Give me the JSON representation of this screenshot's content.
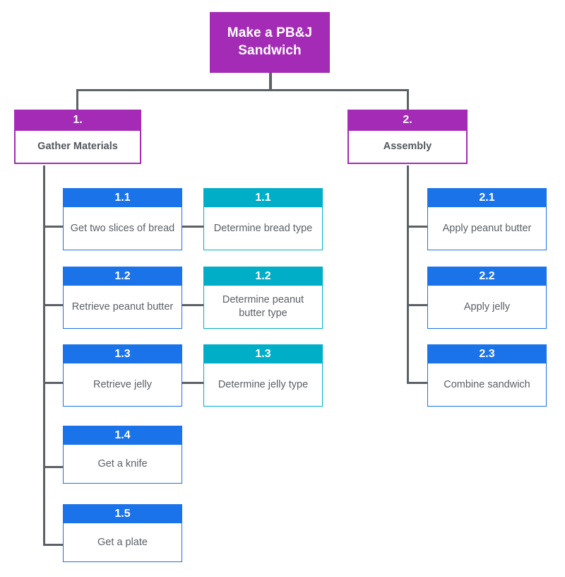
{
  "diagram": {
    "title": "Make a PB&J Sandwich",
    "type": "work-breakdown-structure",
    "colors": {
      "level0": "#a32bb5",
      "level1": "#a32bb5",
      "level2": "#1a73e8",
      "level3": "#00aec7",
      "connector": "#5c6166",
      "body_text": "#5b6066",
      "background": "#ffffff"
    }
  },
  "root": {
    "label": "Make a PB&J Sandwich"
  },
  "branches": [
    {
      "number": "1.",
      "label": "Gather Materials",
      "tasks": [
        {
          "number": "1.1",
          "label": "Get two slices of bread",
          "sub": {
            "number": "1.1",
            "label": "Determine bread type"
          }
        },
        {
          "number": "1.2",
          "label": "Retrieve peanut butter",
          "sub": {
            "number": "1.2",
            "label": "Determine peanut butter type"
          }
        },
        {
          "number": "1.3",
          "label": "Retrieve jelly",
          "sub": {
            "number": "1.3",
            "label": "Determine jelly type"
          }
        },
        {
          "number": "1.4",
          "label": "Get a knife",
          "sub": null
        },
        {
          "number": "1.5",
          "label": "Get a plate",
          "sub": null
        }
      ]
    },
    {
      "number": "2.",
      "label": "Assembly",
      "tasks": [
        {
          "number": "2.1",
          "label": "Apply peanut butter",
          "sub": null
        },
        {
          "number": "2.2",
          "label": "Apply jelly",
          "sub": null
        },
        {
          "number": "2.3",
          "label": "Combine sandwich",
          "sub": null
        }
      ]
    }
  ]
}
